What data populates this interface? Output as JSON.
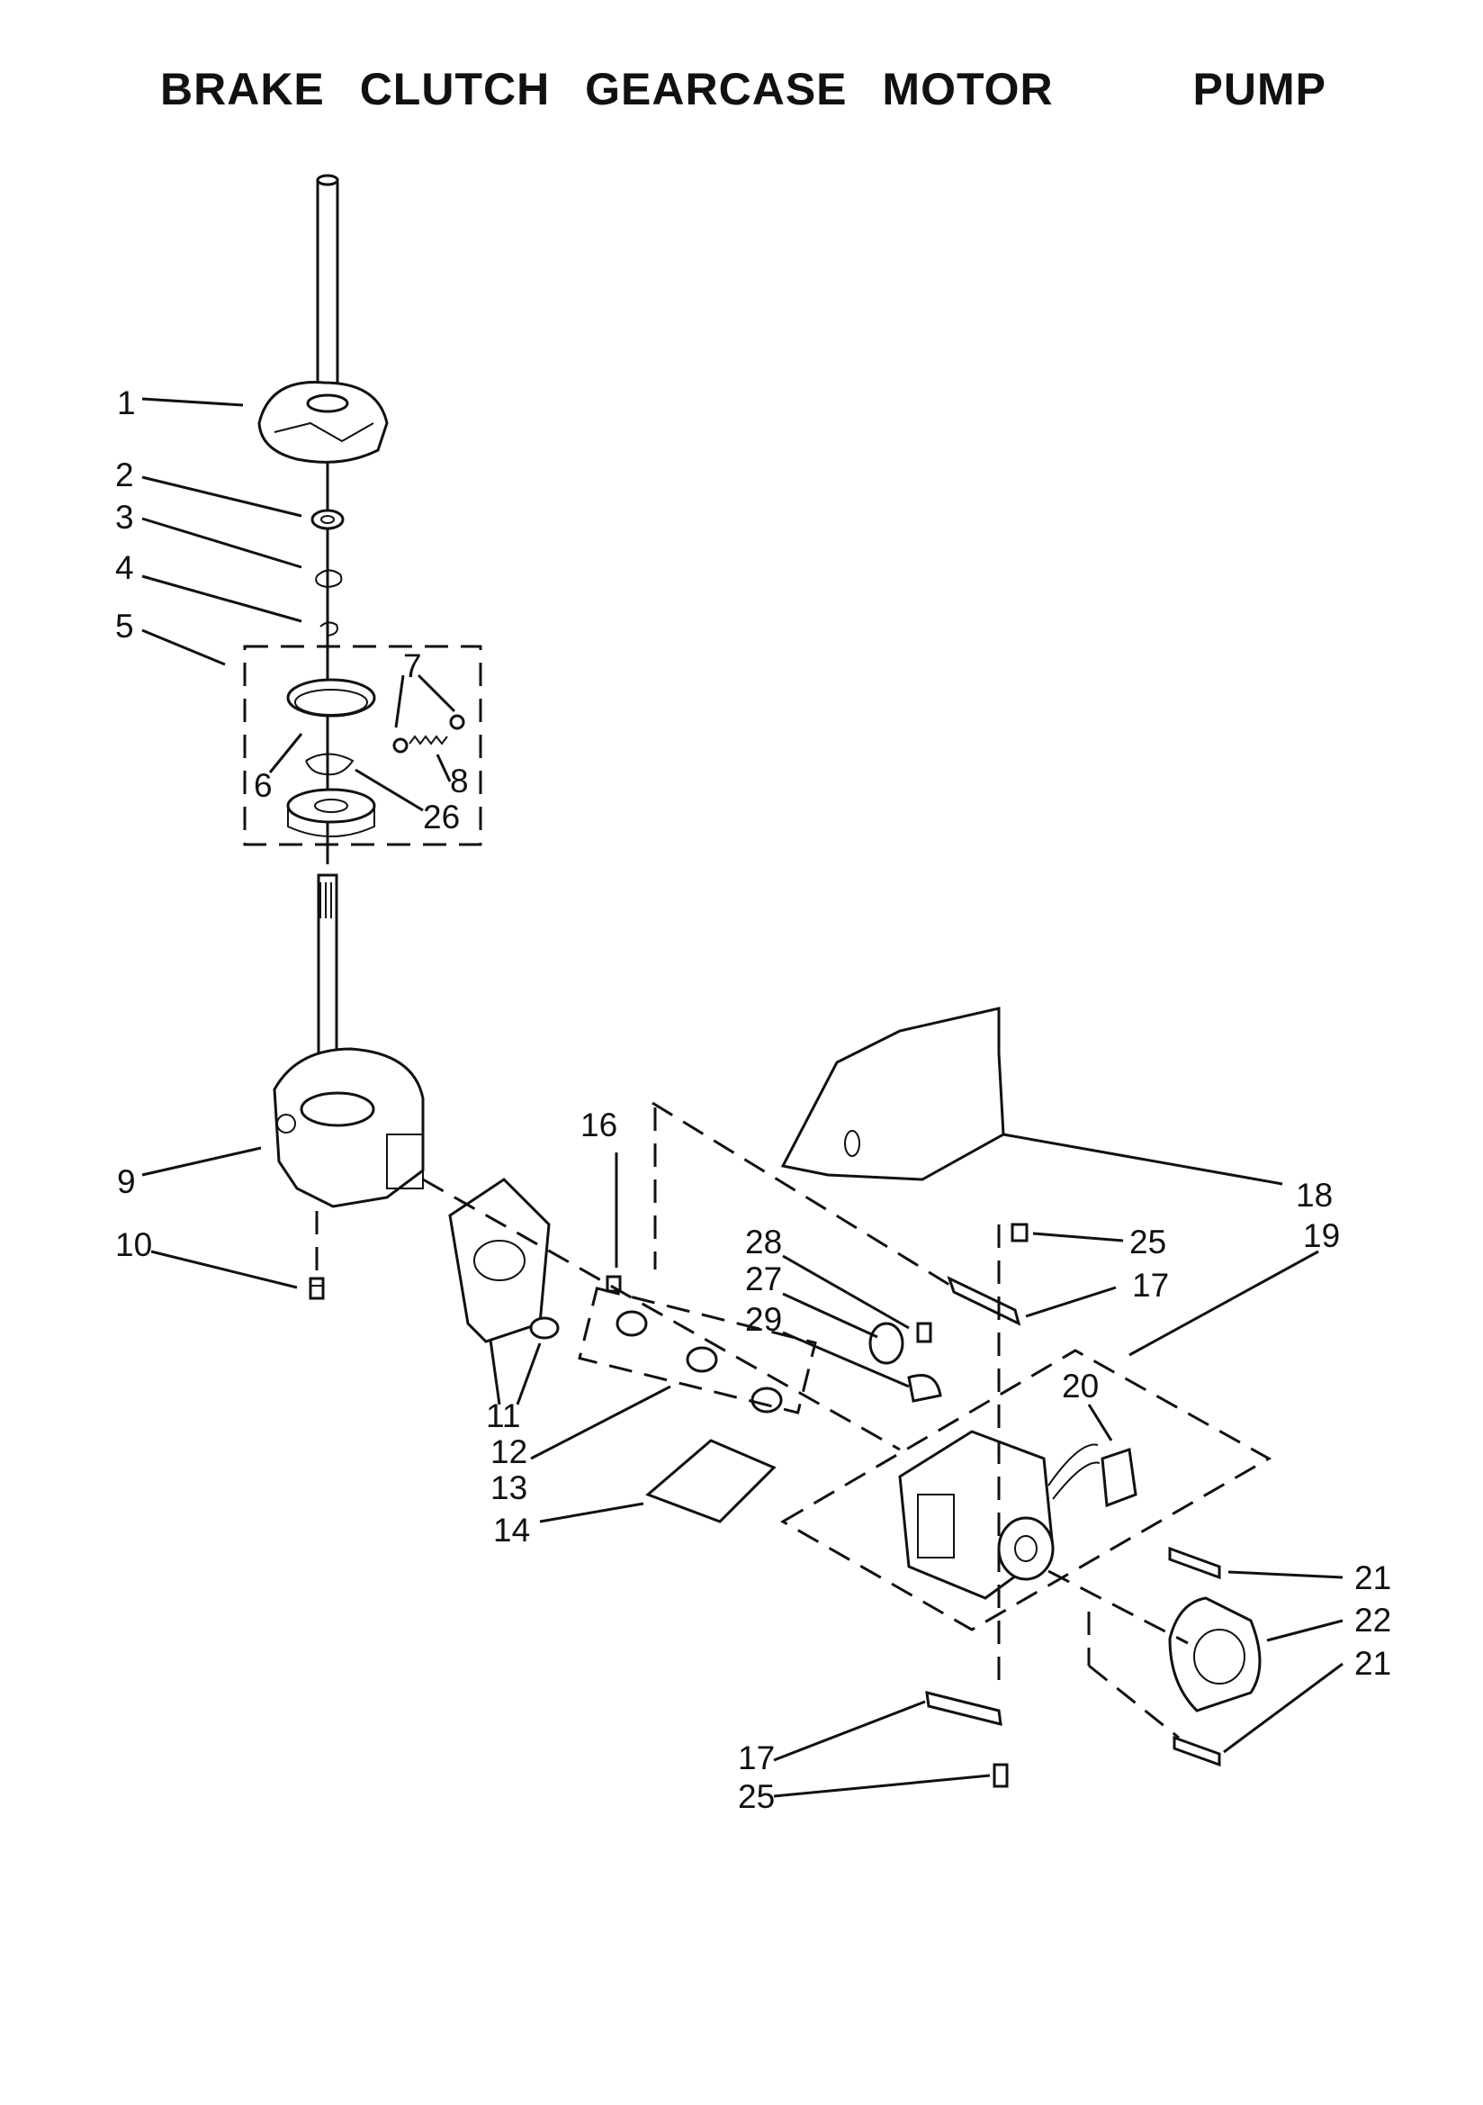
{
  "title": {
    "w1": "BRAKE",
    "w2": "CLUTCH",
    "w3": "GEARCASE",
    "w4": "MOTOR",
    "w5": "PUMP"
  },
  "callouts": {
    "c1": "1",
    "c2": "2",
    "c3": "3",
    "c4": "4",
    "c5": "5",
    "c6": "6",
    "c7": "7",
    "c8": "8",
    "c26": "26",
    "c9": "9",
    "c10": "10",
    "c11": "11",
    "c12": "12",
    "c13": "13",
    "c14": "14",
    "c16": "16",
    "c18": "18",
    "c19": "19",
    "c25a": "25",
    "c17a": "17",
    "c28": "28",
    "c27": "27",
    "c29": "29",
    "c20": "20",
    "c21a": "21",
    "c22": "22",
    "c21b": "21",
    "c17b": "17",
    "c25b": "25"
  }
}
